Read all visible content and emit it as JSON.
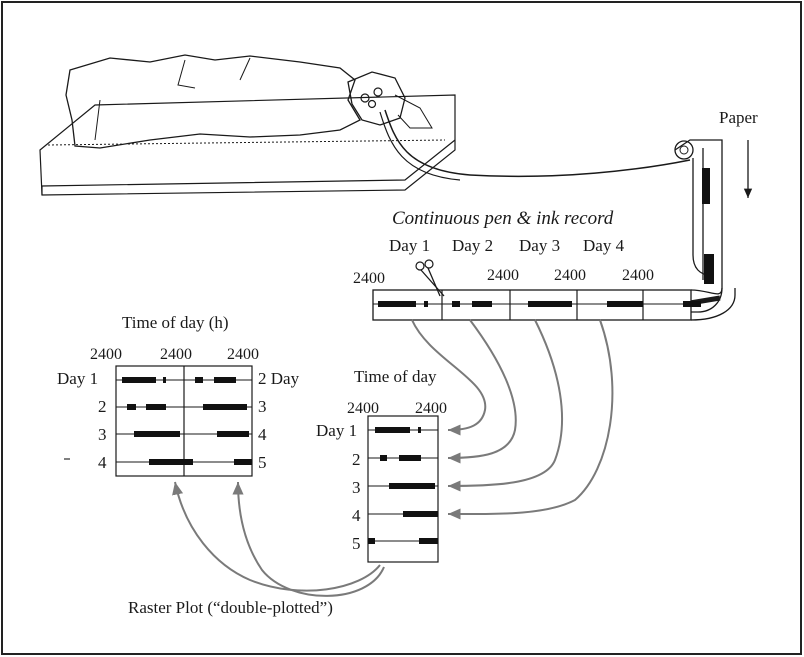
{
  "paper_label": "Paper",
  "record_title": "Continuous pen & ink record",
  "days": [
    "Day 1",
    "Day 2",
    "Day 3",
    "Day 4"
  ],
  "tick_2400": "2400",
  "raster_single": {
    "title": "Time of day",
    "ticks": [
      "2400",
      "2400"
    ],
    "row_labels": [
      "Day 1",
      "2",
      "3",
      "4",
      "5"
    ]
  },
  "raster_double": {
    "title": "Time of day (h)",
    "ticks": [
      "2400",
      "2400",
      "2400"
    ],
    "left_labels": [
      "Day 1",
      "2",
      "3",
      "4"
    ],
    "right_labels": [
      "2 Day",
      "3",
      "4",
      "5"
    ]
  },
  "caption": "Raster Plot (“double-plotted”)"
}
